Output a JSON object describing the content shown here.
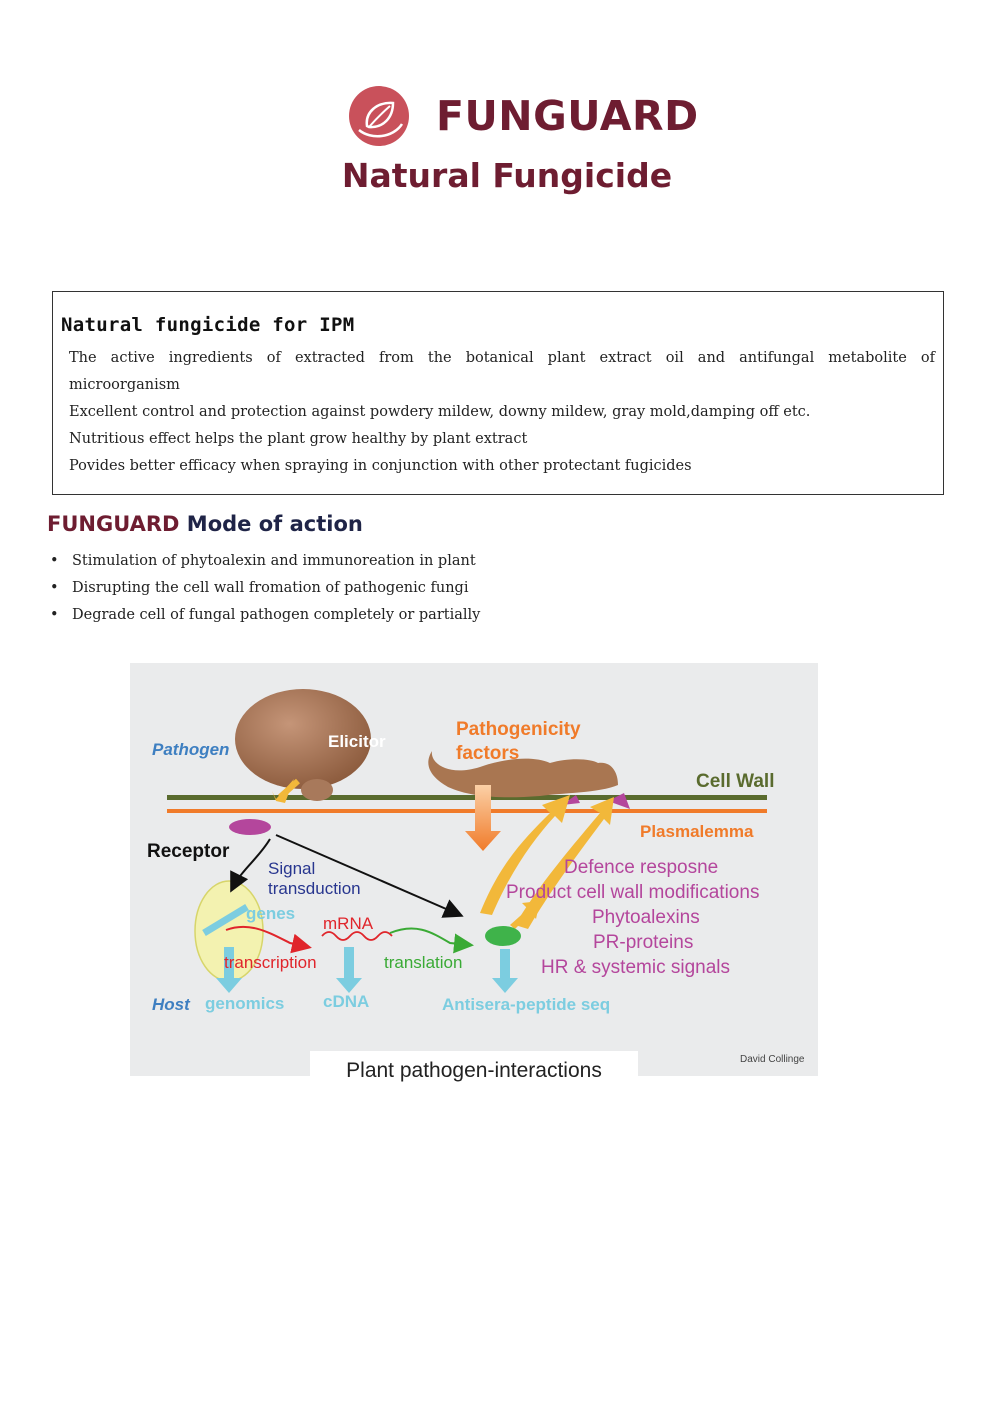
{
  "brand": {
    "name": "FUNGUARD",
    "subtitle": "Natural Fungicide",
    "logo_icon": "leaf-icon",
    "colors": {
      "brand": "#6e1d31",
      "logo": "#c9515b"
    }
  },
  "ipm": {
    "title": "Natural fungicide for IPM",
    "lines": [
      "The active ingredients of extracted from the botanical plant extract oil and antifungal metabolite of",
      "microorganism",
      "Excellent control and protection against powdery mildew, downy mildew, gray mold,damping off etc.",
      "Nutritious effect helps the plant grow healthy by plant extract",
      "Povides better efficacy when spraying in conjunction with other protectant fugicides"
    ]
  },
  "mode": {
    "title_brand": "FUNGUARD",
    "title_rest": "Mode of action",
    "bullet_symbol": "•",
    "bullets": [
      "Stimulation of phytoalexin and immunoreation in plant",
      "Disrupting the cell wall fromation of pathogenic fungi",
      "Degrade cell of fungal pathogen completely or partially"
    ]
  },
  "diagram": {
    "caption": "Plant pathogen-interactions",
    "credit": "David Collinge",
    "labels": {
      "pathogen": "Pathogen",
      "elicitor": "Elicitor",
      "pathogenicity_1": "Pathogenicity",
      "pathogenicity_2": "factors",
      "cell_wall": "Cell Wall",
      "plasmalemma": "Plasmalemma",
      "receptor": "Receptor",
      "signal_1": "Signal",
      "signal_2": "transduction",
      "genes": "genes",
      "mrna": "mRNA",
      "transcription": "transcription",
      "translation": "translation",
      "host": "Host",
      "genomics": "genomics",
      "cdna": "cDNA",
      "antisera": "Antisera-peptide seq",
      "defence_1": "Defence resposne",
      "defence_2": "Product cell wall modifications",
      "defence_3": "Phytoalexins",
      "defence_4": "PR-proteins",
      "defence_5": "HR & systemic signals"
    }
  }
}
